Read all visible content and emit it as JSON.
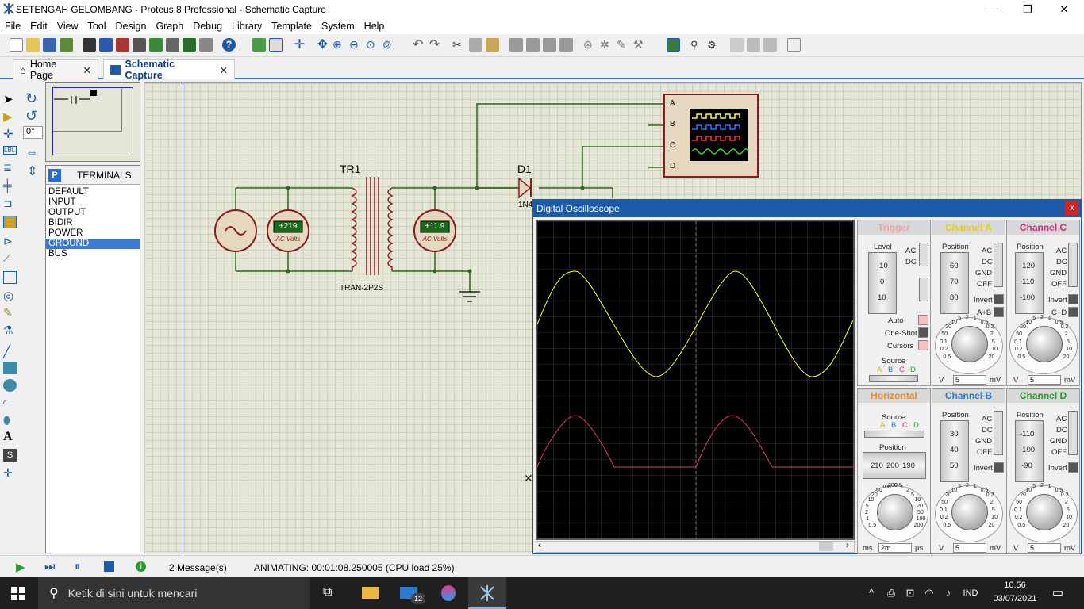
{
  "window": {
    "title": "SETENGAH GELOMBANG - Proteus 8 Professional - Schematic Capture",
    "minimize": "—",
    "maximize": "❐",
    "close": "✕"
  },
  "menu": [
    "File",
    "Edit",
    "View",
    "Tool",
    "Design",
    "Graph",
    "Debug",
    "Library",
    "Template",
    "System",
    "Help"
  ],
  "tabs": [
    {
      "label": "Home Page",
      "close": "✕"
    },
    {
      "label": "Schematic Capture",
      "close": "✕"
    }
  ],
  "left_panel": {
    "rotation": "0°",
    "terminals_header": "TERMINALS",
    "terminals_icon": "P",
    "items": [
      "DEFAULT",
      "INPUT",
      "OUTPUT",
      "BIDIR",
      "POWER",
      "GROUND",
      "BUS"
    ],
    "selected": "GROUND"
  },
  "schematic": {
    "transformer_ref": "TR1",
    "transformer_value": "TRAN-2P2S",
    "diode_ref": "D1",
    "diode_value": "1N4",
    "voltmeter1_value": "+219",
    "voltmeter1_unit": "AC Volts",
    "voltmeter2_value": "+11.9",
    "voltmeter2_unit": "AC Volts",
    "scope_channels": [
      "A",
      "B",
      "C",
      "D"
    ]
  },
  "oscilloscope": {
    "title": "Digital Oscilloscope",
    "close": "x",
    "trigger": {
      "title": "Trigger",
      "level": "Level",
      "modes": [
        "AC",
        "DC"
      ],
      "ticks": [
        "-10",
        "0",
        "10"
      ],
      "auto": "Auto",
      "oneshot": "One-Shot",
      "cursors": "Cursors",
      "source": "Source",
      "source_ch": [
        "A",
        "B",
        "C",
        "D"
      ]
    },
    "channel_a": {
      "title": "Channel A",
      "position": "Position",
      "ticks": [
        "60",
        "70",
        "80"
      ],
      "modes": [
        "AC",
        "DC",
        "GND",
        "OFF"
      ],
      "invert": "Invert",
      "combine": "A+B",
      "unit_left": "V",
      "value": "5",
      "unit_right": "mV",
      "dial": [
        "0.5",
        "0.2",
        "0.1",
        "50",
        "20",
        "10",
        "5",
        "2",
        "1",
        "0.5",
        "0.2",
        "2",
        "5",
        "10",
        "20"
      ]
    },
    "channel_b": {
      "title": "Channel B",
      "position": "Position",
      "ticks": [
        "30",
        "40",
        "50"
      ],
      "modes": [
        "AC",
        "DC",
        "GND",
        "OFF"
      ],
      "invert": "Invert",
      "unit_left": "V",
      "value": "5",
      "unit_right": "mV",
      "dial": [
        "0.5",
        "0.2",
        "0.1",
        "50",
        "20",
        "10",
        "5",
        "2",
        "1",
        "0.5",
        "0.2",
        "2",
        "5",
        "10",
        "20"
      ]
    },
    "channel_c": {
      "title": "Channel C",
      "position": "Position",
      "ticks": [
        "-120",
        "-110",
        "-100"
      ],
      "modes": [
        "AC",
        "DC",
        "GND",
        "OFF"
      ],
      "invert": "Invert",
      "combine": "C+D",
      "unit_left": "V",
      "value": "5",
      "unit_right": "mV",
      "dial": [
        "0.5",
        "0.2",
        "0.1",
        "50",
        "20",
        "10",
        "5",
        "2",
        "1",
        "0.5",
        "0.2",
        "2",
        "5",
        "10",
        "20"
      ]
    },
    "channel_d": {
      "title": "Channel D",
      "position": "Position",
      "ticks": [
        "-110",
        "-100",
        "-90"
      ],
      "modes": [
        "AC",
        "DC",
        "GND",
        "OFF"
      ],
      "invert": "Invert",
      "unit_left": "V",
      "value": "5",
      "unit_right": "mV",
      "dial": [
        "0.5",
        "0.2",
        "0.1",
        "50",
        "20",
        "10",
        "5",
        "2",
        "1",
        "0.5",
        "0.2",
        "2",
        "5",
        "10",
        "20"
      ]
    },
    "horizontal": {
      "title": "Horizontal",
      "source": "Source",
      "source_ch": [
        "A",
        "B",
        "C",
        "D"
      ],
      "position": "Position",
      "pos_ticks": [
        "210",
        "200",
        "190"
      ],
      "unit_left": "ms",
      "value": "2m",
      "unit_right": "µs",
      "dial": [
        "0.5",
        "1",
        "2",
        "5",
        "10",
        "20",
        "50",
        "100",
        "200",
        "0.5",
        "1",
        "2",
        "5",
        "10",
        "20",
        "50",
        "100",
        "200"
      ]
    }
  },
  "status": {
    "messages": "2 Message(s)",
    "animating": "ANIMATING: 00:01:08.250005 (CPU load 25%)"
  },
  "taskbar": {
    "search": "Ketik di sini untuk mencari",
    "mail_badge": "12",
    "lang": "IND",
    "time": "10.56",
    "date": "03/07/2021"
  },
  "colors": {
    "accent": "#1c5bab",
    "trace_a": "#ffff33",
    "trace_b": "#e2357f",
    "wire": "#2a7a1a",
    "component": "#9a1a1a"
  }
}
